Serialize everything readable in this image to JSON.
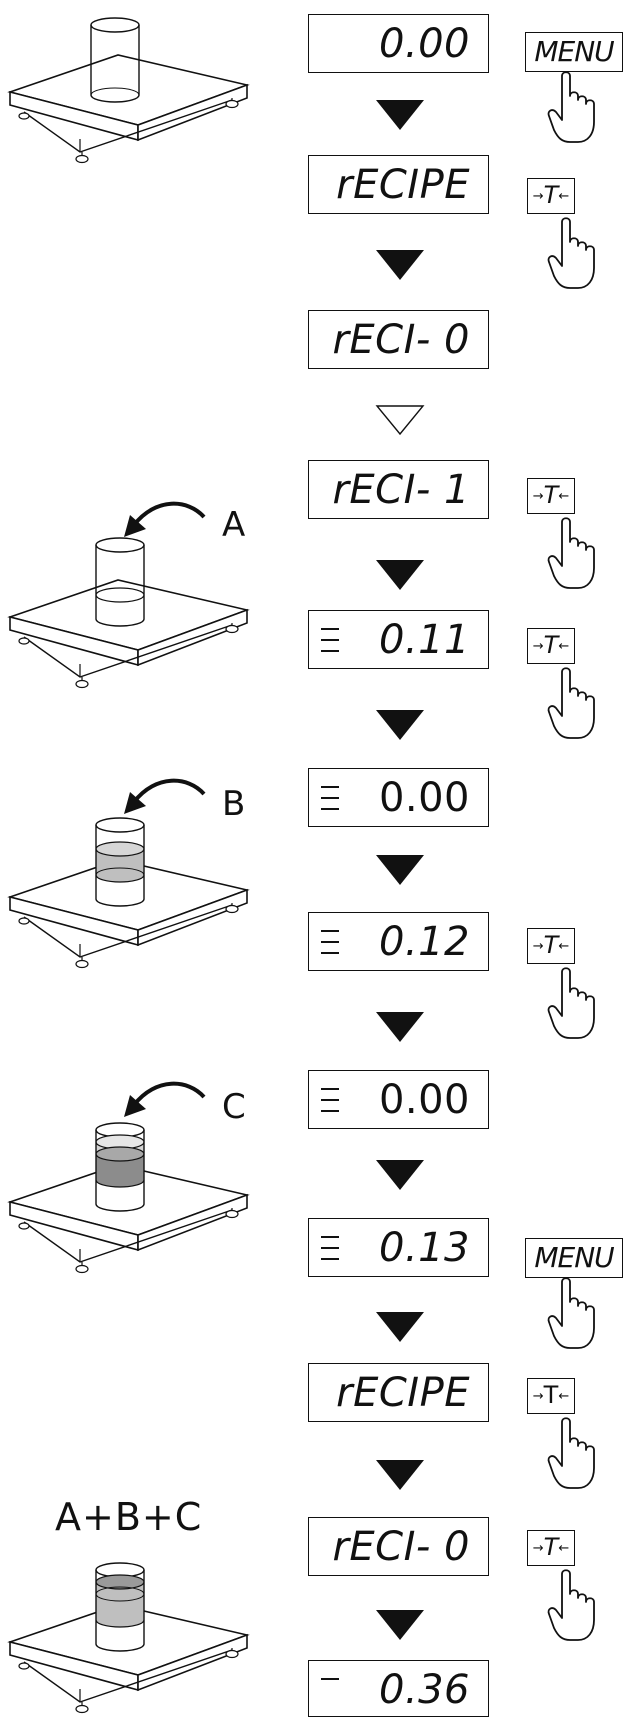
{
  "displays": [
    {
      "value": "0.00",
      "stable": false,
      "italic": true
    },
    {
      "value": "rECIPE",
      "stable": false,
      "italic": true
    },
    {
      "value": "rECI- 0",
      "stable": false,
      "italic": true
    },
    {
      "value": "rECI- 1",
      "stable": false,
      "italic": true
    },
    {
      "value": "0.11",
      "stable": true,
      "italic": true
    },
    {
      "value": "0.00",
      "stable": true,
      "italic": false
    },
    {
      "value": "0.12",
      "stable": true,
      "italic": true
    },
    {
      "value": "0.00",
      "stable": true,
      "italic": false
    },
    {
      "value": "0.13",
      "stable": true,
      "italic": true
    },
    {
      "value": "rECIPE",
      "stable": false,
      "italic": true
    },
    {
      "value": "rECI- 0",
      "stable": false,
      "italic": true
    },
    {
      "value": "0.36",
      "stable": true,
      "italic": true
    }
  ],
  "keys": {
    "menu": "MENU",
    "tare": "T",
    "tare_arrows_left": "→",
    "tare_arrows_right": "←"
  },
  "labels": {
    "a": "A",
    "b": "B",
    "c": "C",
    "sum": "A+B+C"
  },
  "icons": [
    "down-arrow-filled-icon",
    "down-arrow-outline-icon",
    "pressing-hand-icon",
    "weighing-scale-icon",
    "container-icon",
    "curved-arrow-icon"
  ],
  "colors": {
    "line": "#111111",
    "fill_a": "#bfbfbf",
    "fill_b": "#8c8c8c",
    "fill_c": "#d4d4d4"
  }
}
